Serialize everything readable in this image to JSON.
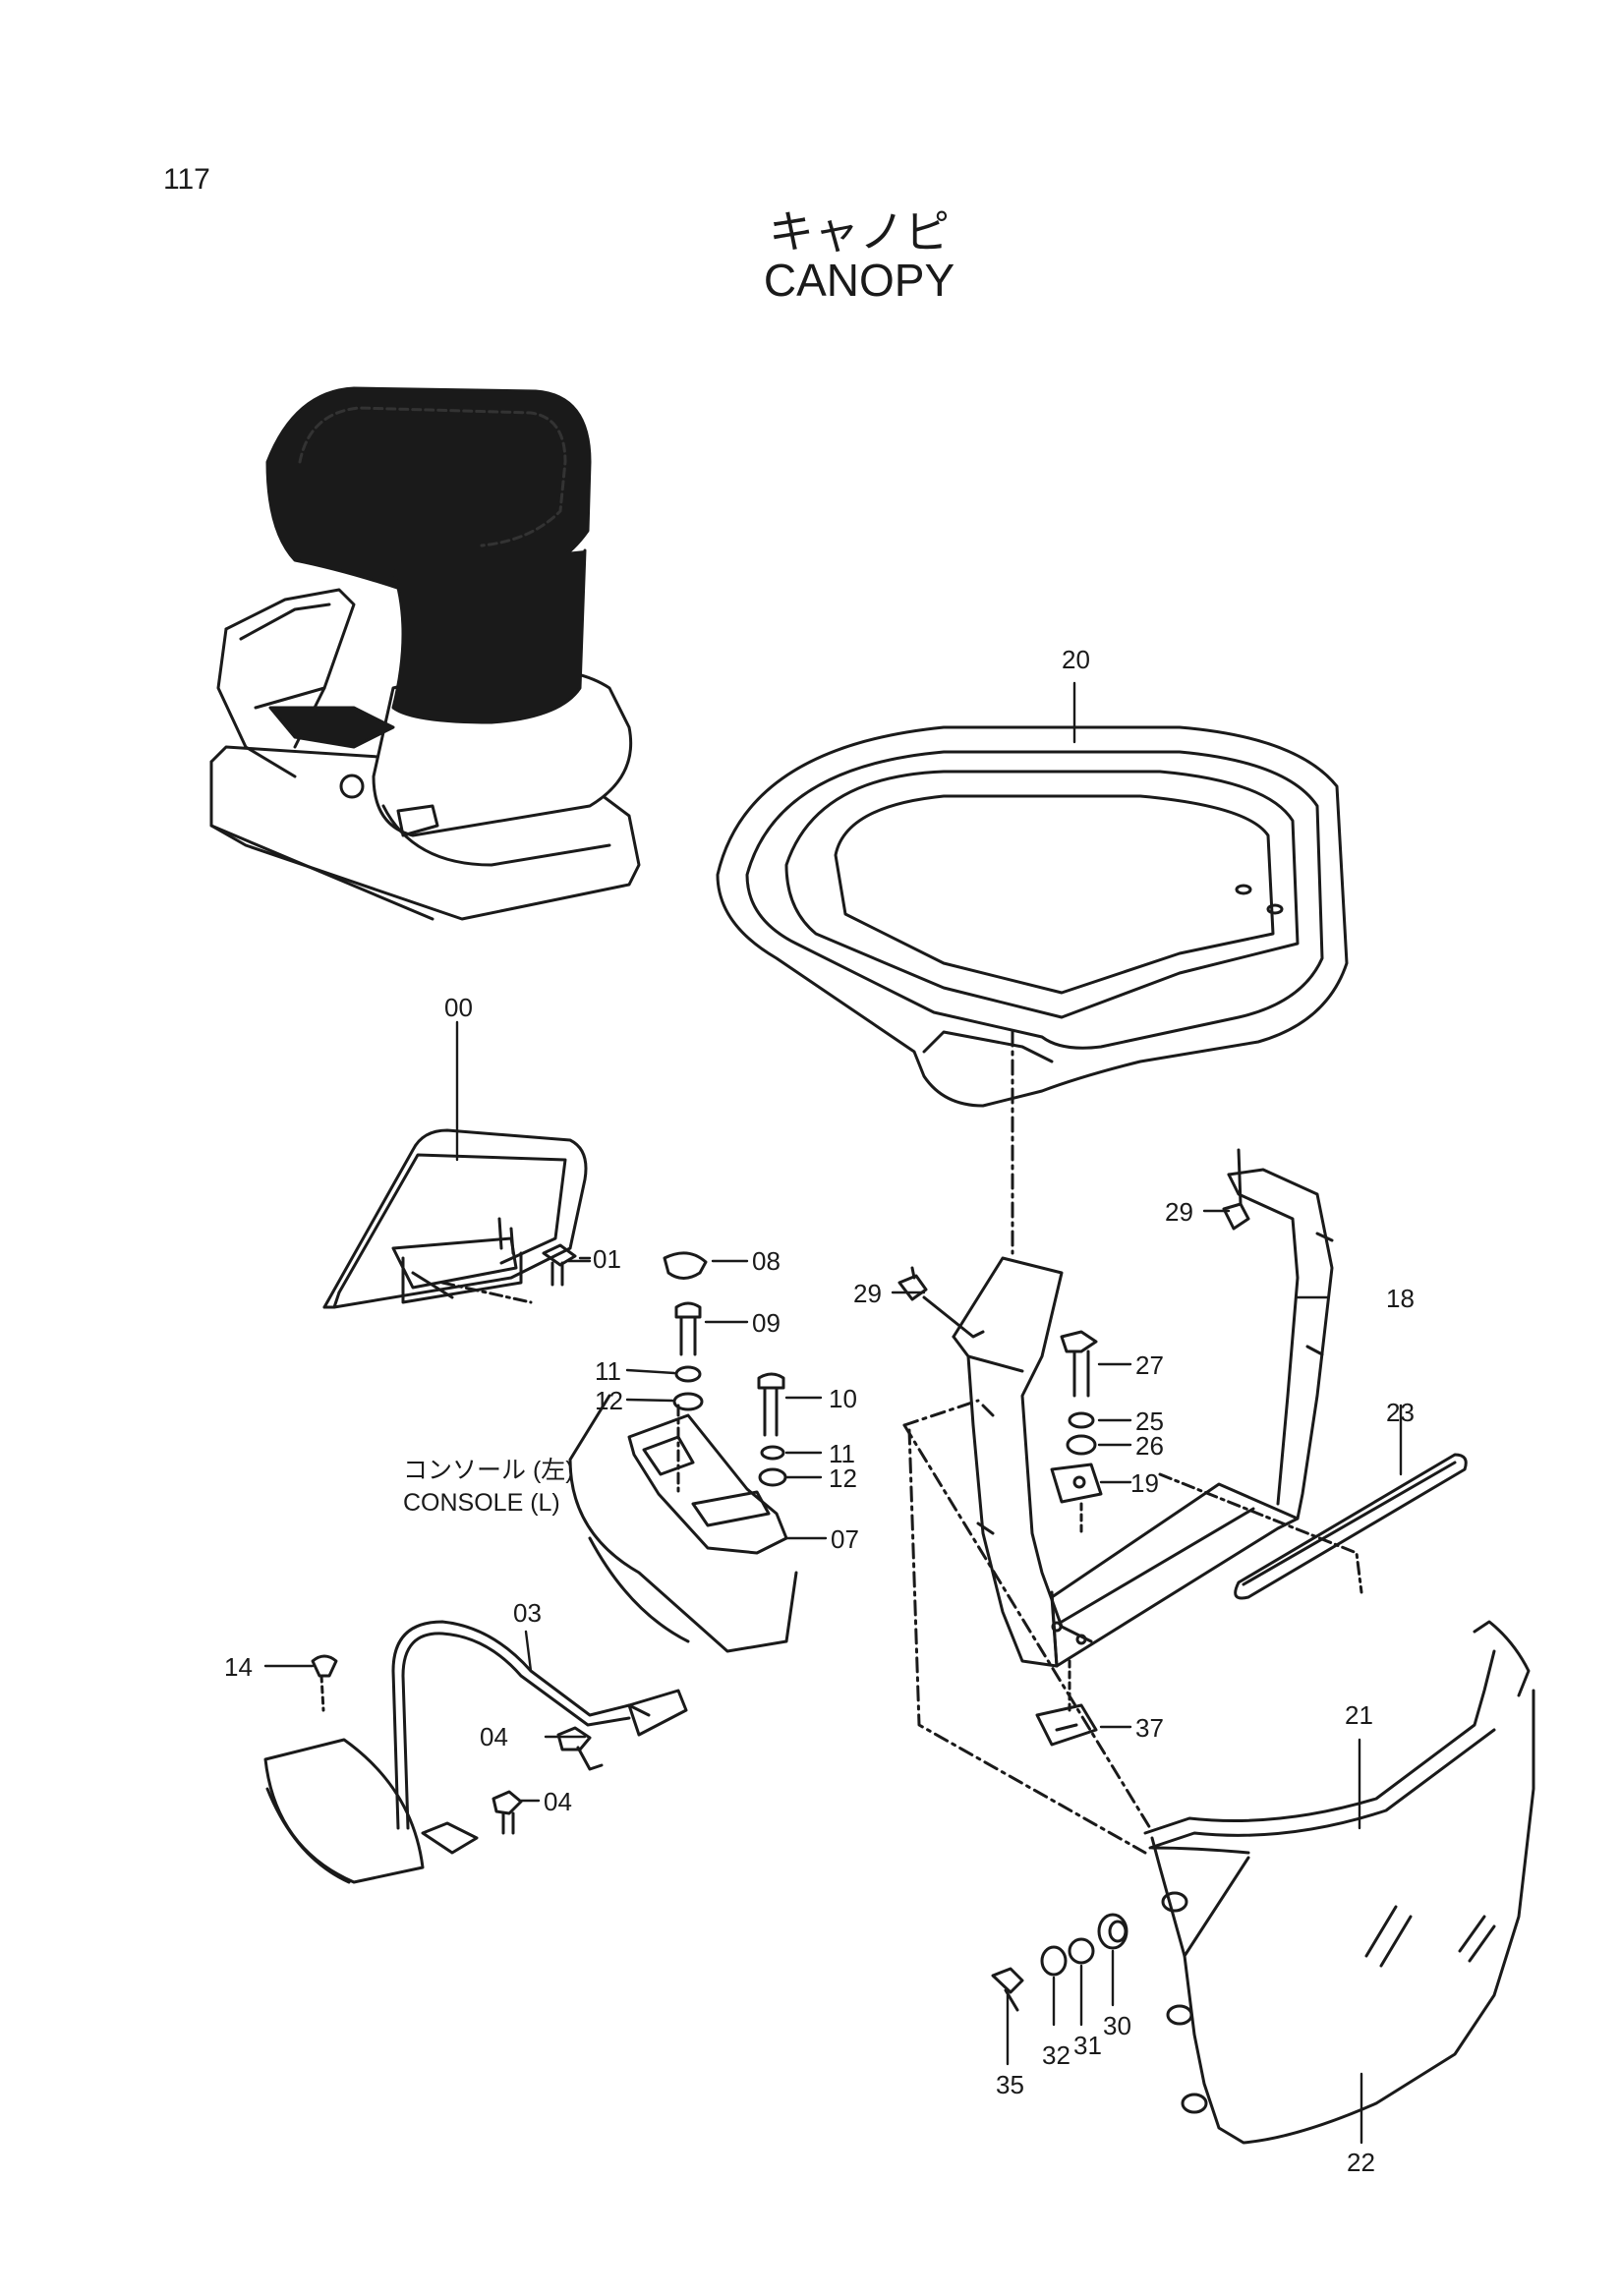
{
  "page": {
    "number": "117",
    "title_jp": "キャノピ",
    "title_en": "CANOPY"
  },
  "callouts": {
    "console_left_jp": "コンソール (左)",
    "console_left_en": "CONSOLE (L)"
  },
  "parts": [
    {
      "id": "p00",
      "label": "00"
    },
    {
      "id": "p01",
      "label": "01"
    },
    {
      "id": "p03",
      "label": "03"
    },
    {
      "id": "p04a",
      "label": "04"
    },
    {
      "id": "p04b",
      "label": "04"
    },
    {
      "id": "p07",
      "label": "07"
    },
    {
      "id": "p08",
      "label": "08"
    },
    {
      "id": "p09",
      "label": "09"
    },
    {
      "id": "p10",
      "label": "10"
    },
    {
      "id": "p11a",
      "label": "11"
    },
    {
      "id": "p11b",
      "label": "11"
    },
    {
      "id": "p12a",
      "label": "12"
    },
    {
      "id": "p12b",
      "label": "12"
    },
    {
      "id": "p14",
      "label": "14"
    },
    {
      "id": "p18",
      "label": "18"
    },
    {
      "id": "p19",
      "label": "19"
    },
    {
      "id": "p20",
      "label": "20"
    },
    {
      "id": "p21",
      "label": "21"
    },
    {
      "id": "p22",
      "label": "22"
    },
    {
      "id": "p23",
      "label": "23"
    },
    {
      "id": "p25",
      "label": "25"
    },
    {
      "id": "p26",
      "label": "26"
    },
    {
      "id": "p27",
      "label": "27"
    },
    {
      "id": "p29a",
      "label": "29"
    },
    {
      "id": "p29b",
      "label": "29"
    },
    {
      "id": "p30",
      "label": "30"
    },
    {
      "id": "p31",
      "label": "31"
    },
    {
      "id": "p32",
      "label": "32"
    },
    {
      "id": "p35",
      "label": "35"
    },
    {
      "id": "p37",
      "label": "37"
    }
  ]
}
